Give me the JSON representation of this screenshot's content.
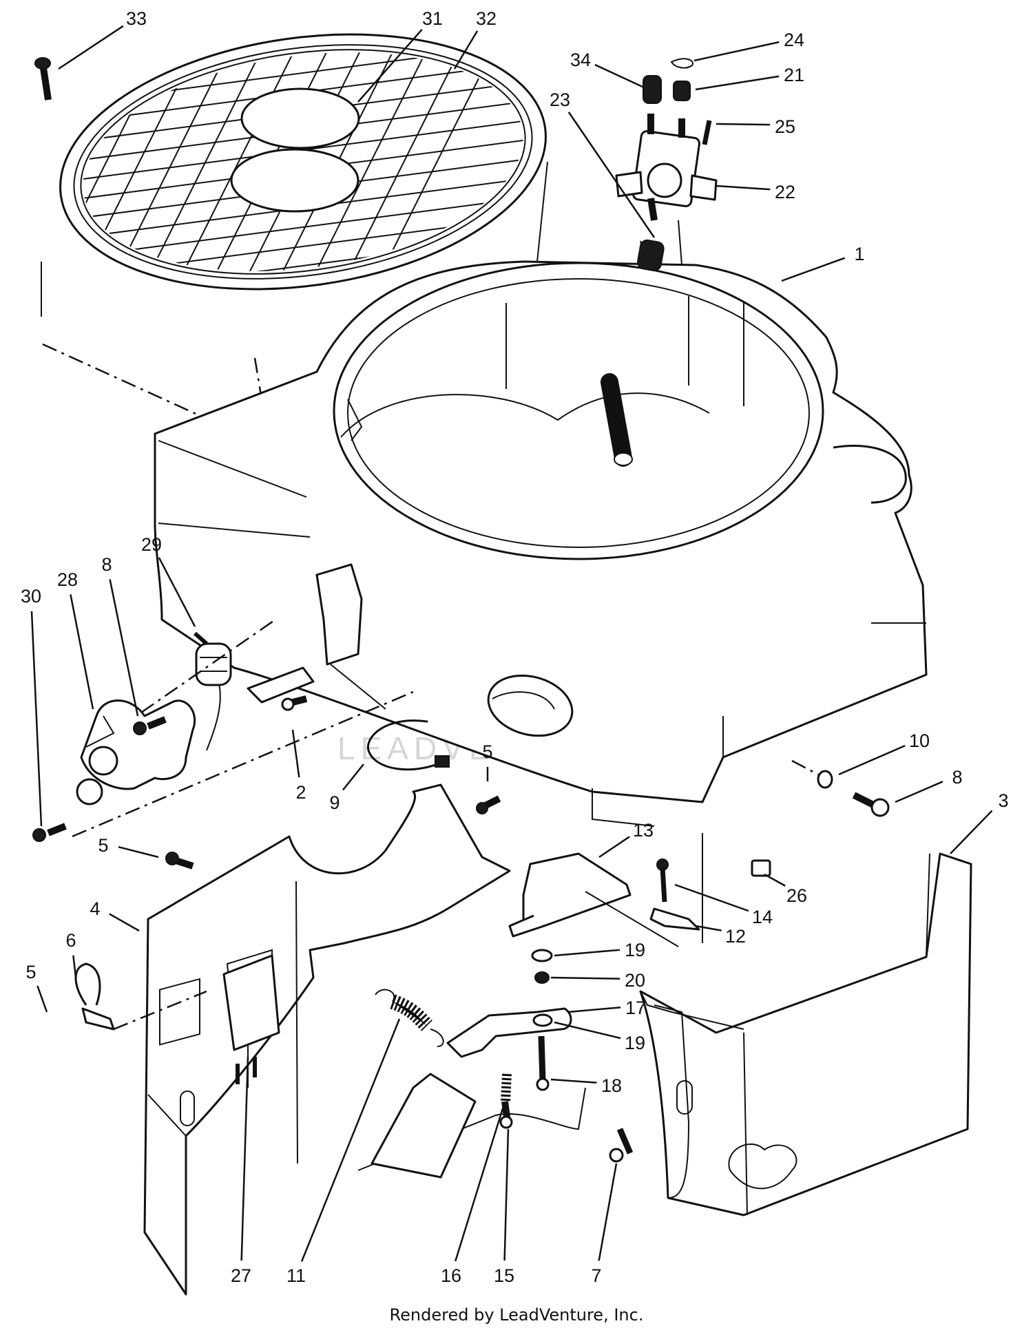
{
  "diagram": {
    "callouts": [
      {
        "id": "1",
        "label": "1"
      },
      {
        "id": "2",
        "label": "2"
      },
      {
        "id": "3",
        "label": "3"
      },
      {
        "id": "4",
        "label": "4"
      },
      {
        "id": "5a",
        "label": "5"
      },
      {
        "id": "5b",
        "label": "5"
      },
      {
        "id": "5c",
        "label": "5"
      },
      {
        "id": "6",
        "label": "6"
      },
      {
        "id": "7",
        "label": "7"
      },
      {
        "id": "8a",
        "label": "8"
      },
      {
        "id": "8b",
        "label": "8"
      },
      {
        "id": "9",
        "label": "9"
      },
      {
        "id": "10",
        "label": "10"
      },
      {
        "id": "11",
        "label": "11"
      },
      {
        "id": "12",
        "label": "12"
      },
      {
        "id": "13",
        "label": "13"
      },
      {
        "id": "14",
        "label": "14"
      },
      {
        "id": "15",
        "label": "15"
      },
      {
        "id": "16",
        "label": "16"
      },
      {
        "id": "17",
        "label": "17"
      },
      {
        "id": "18",
        "label": "18"
      },
      {
        "id": "19a",
        "label": "19"
      },
      {
        "id": "19b",
        "label": "19"
      },
      {
        "id": "20",
        "label": "20"
      },
      {
        "id": "21",
        "label": "21"
      },
      {
        "id": "22",
        "label": "22"
      },
      {
        "id": "23",
        "label": "23"
      },
      {
        "id": "24",
        "label": "24"
      },
      {
        "id": "25",
        "label": "25"
      },
      {
        "id": "26",
        "label": "26"
      },
      {
        "id": "27",
        "label": "27"
      },
      {
        "id": "28",
        "label": "28"
      },
      {
        "id": "29",
        "label": "29"
      },
      {
        "id": "30",
        "label": "30"
      },
      {
        "id": "31",
        "label": "31"
      },
      {
        "id": "32",
        "label": "32"
      },
      {
        "id": "33",
        "label": "33"
      },
      {
        "id": "34",
        "label": "34"
      }
    ],
    "watermark": "LEADVENTURE",
    "footer": "Rendered by LeadVenture, Inc."
  }
}
